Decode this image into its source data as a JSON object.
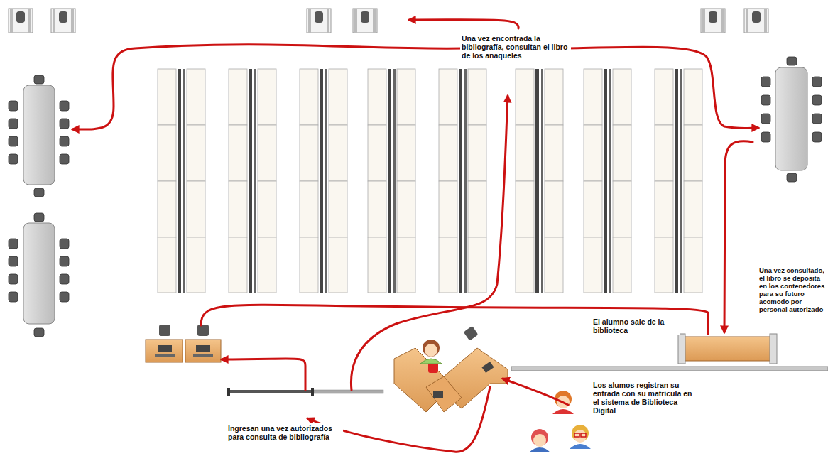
{
  "diagram": {
    "labels": [
      "Una vez encontrada la bibliografía, consultan el libro de los anaqueles",
      "Una vez consultado, el libro se deposita en los contenedores para su futuro acomodo por personal autorizado",
      "El alumno sale de la biblioteca",
      "Los alumos registran su entrada con su matricula en el sistema de Biblioteca Digital",
      "Ingresan una vez autorizados para consulta de bibliografía"
    ]
  }
}
